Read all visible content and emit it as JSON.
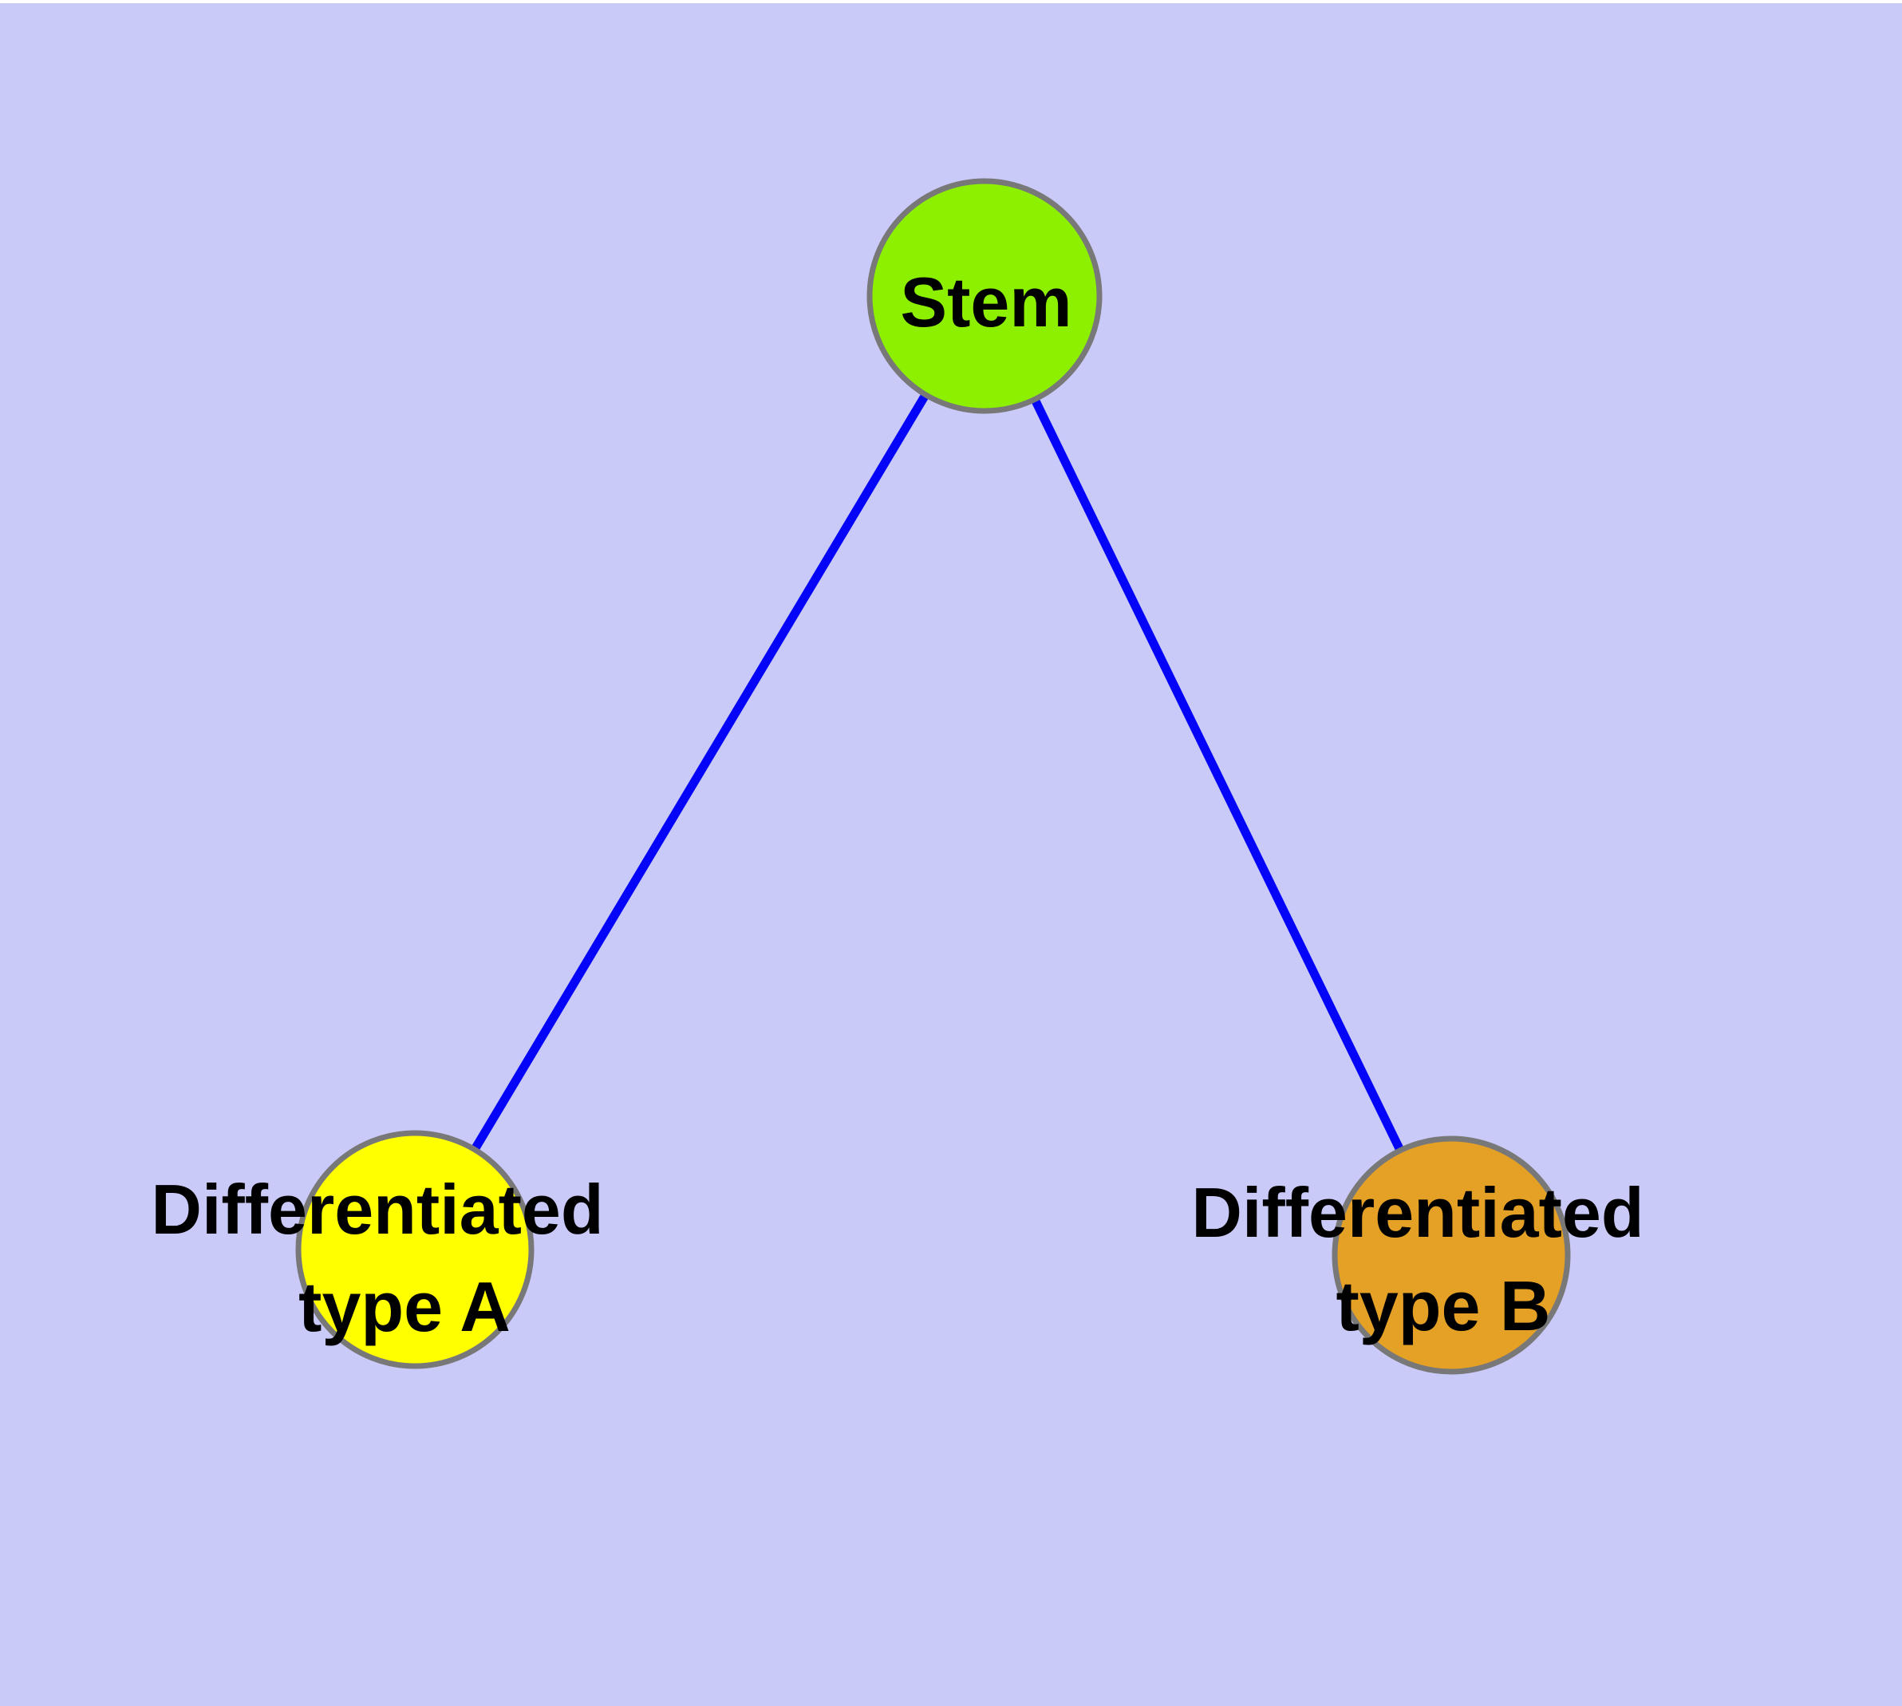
{
  "canvas": {
    "background": "#CACAF8",
    "top_edge_color": "#FFFFFF"
  },
  "style": {
    "edge_color": "#0404F8",
    "node_border_color": "#787878",
    "text_color": "#000000"
  },
  "nodes": {
    "stem": {
      "label": "Stem",
      "fill": "#8CF000"
    },
    "type_a": {
      "label_line1": "Differentiated",
      "label_line2": "type A",
      "fill": "#FFFF00"
    },
    "type_b": {
      "label_line1": "Differentiated",
      "label_line2": "type B",
      "fill": "#E5A026"
    }
  },
  "edges": [
    {
      "from": "stem",
      "to": "type_a"
    },
    {
      "from": "stem",
      "to": "type_b"
    }
  ]
}
